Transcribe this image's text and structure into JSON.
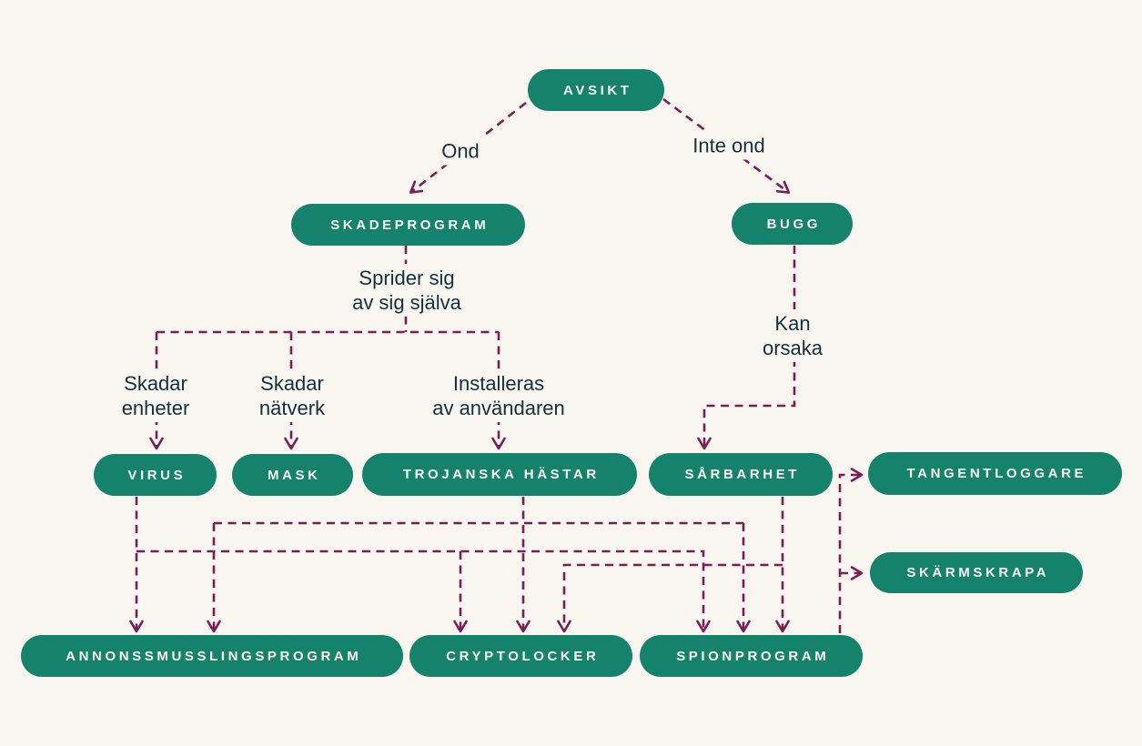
{
  "diagram": {
    "colors": {
      "background": "#F8F6EF",
      "node_fill": "#15836B",
      "node_text": "#FAF7EF",
      "edge": "#7C1D57",
      "label_text": "#12303E"
    },
    "nodes": {
      "avsikt": {
        "label": "AVSIKT"
      },
      "skadeprogram": {
        "label": "SKADEPROGRAM"
      },
      "bugg": {
        "label": "BUGG"
      },
      "virus": {
        "label": "VIRUS"
      },
      "mask": {
        "label": "MASK"
      },
      "trojanska_hastar": {
        "label": "TROJANSKA HÄSTAR"
      },
      "sarbarhet": {
        "label": "SÅRBARHET"
      },
      "tangentloggare": {
        "label": "TANGENTLOGGARE"
      },
      "skarmskrapa": {
        "label": "SKÄRMSKRAPA"
      },
      "annonssmusslingsprogram": {
        "label": "ANNONSSMUSSLINGSPROGRAM"
      },
      "cryptolocker": {
        "label": "CRYPTOLOCKER"
      },
      "spionprogram": {
        "label": "SPIONPROGRAM"
      }
    },
    "edge_labels": {
      "ond": "Ond",
      "inte_ond": "Inte ond",
      "sprider_sig": "Sprider sig\nav sig själva",
      "skadar_enheter": "Skadar\nenheter",
      "skadar_natverk": "Skadar\nnätverk",
      "installeras": "Installeras\nav användaren",
      "kan_orsaka": "Kan\norsaka"
    },
    "edges": [
      {
        "from": "AVSIKT",
        "to": "SKADEPROGRAM",
        "label": "Ond"
      },
      {
        "from": "AVSIKT",
        "to": "BUGG",
        "label": "Inte ond"
      },
      {
        "from": "SKADEPROGRAM",
        "to": "VIRUS",
        "label": "Sprider sig av sig själva / Skadar enheter"
      },
      {
        "from": "SKADEPROGRAM",
        "to": "MASK",
        "label": "Sprider sig av sig själva / Skadar nätverk"
      },
      {
        "from": "SKADEPROGRAM",
        "to": "TROJANSKA HÄSTAR",
        "label": "Sprider sig av sig själva / Installeras av användaren"
      },
      {
        "from": "BUGG",
        "to": "SÅRBARHET",
        "label": "Kan orsaka"
      },
      {
        "from": "VIRUS",
        "to": "ANNONSSMUSSLINGSPROGRAM",
        "label": ""
      },
      {
        "from": "VIRUS",
        "to": "CRYPTOLOCKER",
        "label": ""
      },
      {
        "from": "VIRUS",
        "to": "SPIONPROGRAM",
        "label": ""
      },
      {
        "from": "TROJANSKA HÄSTAR",
        "to": "ANNONSSMUSSLINGSPROGRAM",
        "label": ""
      },
      {
        "from": "TROJANSKA HÄSTAR",
        "to": "CRYPTOLOCKER",
        "label": ""
      },
      {
        "from": "TROJANSKA HÄSTAR",
        "to": "SPIONPROGRAM",
        "label": ""
      },
      {
        "from": "SÅRBARHET",
        "to": "CRYPTOLOCKER",
        "label": ""
      },
      {
        "from": "SÅRBARHET",
        "to": "SPIONPROGRAM",
        "label": ""
      },
      {
        "from": "SPIONPROGRAM",
        "to": "TANGENTLOGGARE",
        "label": ""
      },
      {
        "from": "SPIONPROGRAM",
        "to": "SKÄRMSKRAPA",
        "label": ""
      }
    ]
  }
}
